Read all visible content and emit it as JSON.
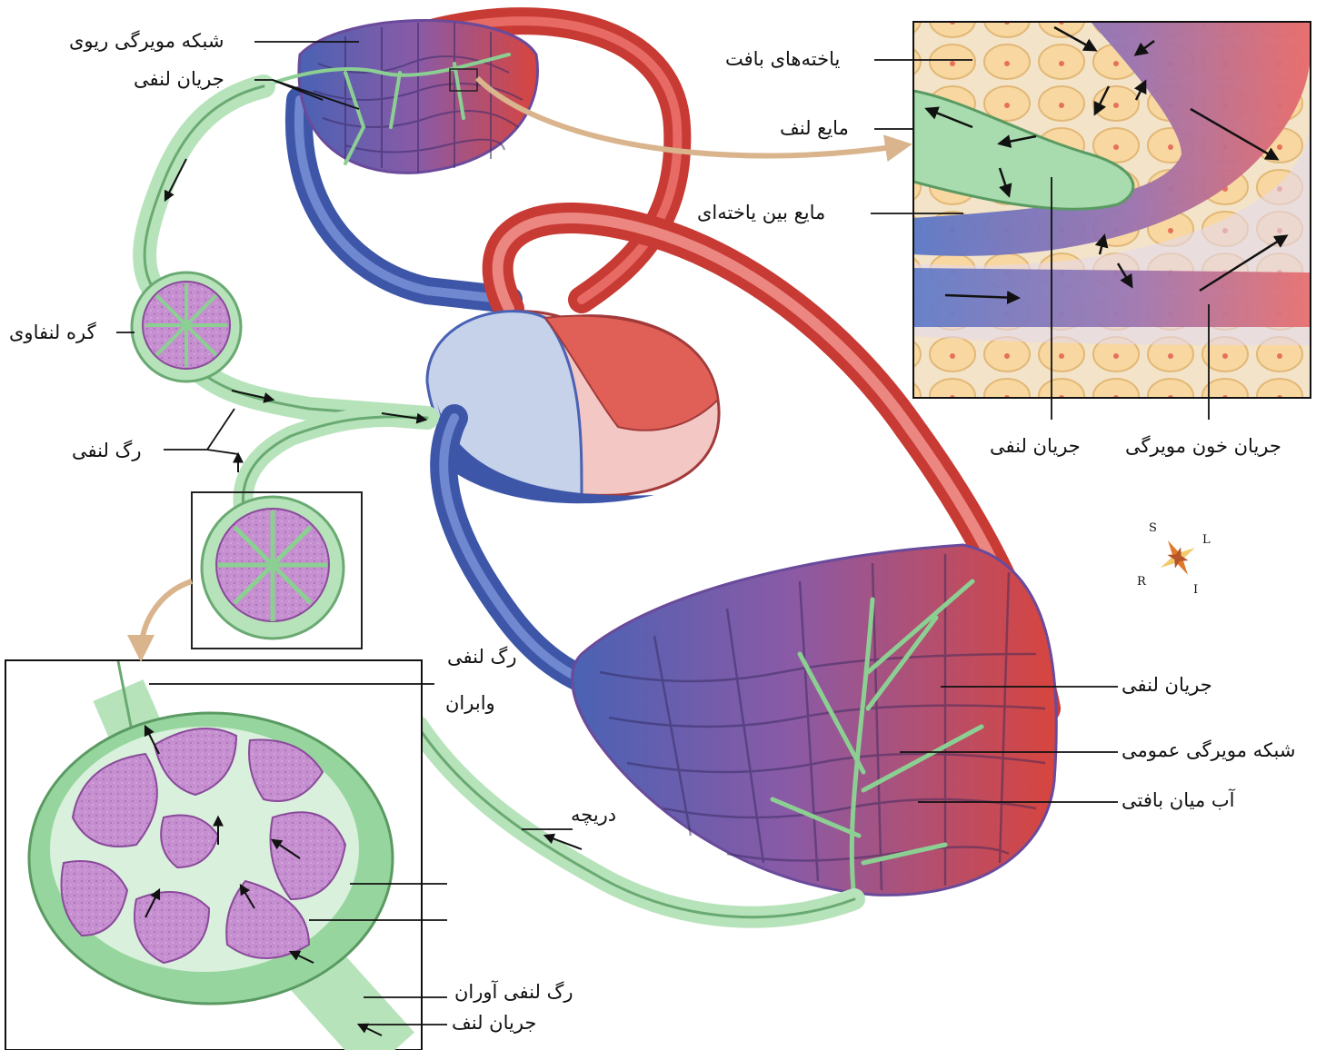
{
  "labels": {
    "pulmonary_capillary_network": "شبکه مویرگی ریوی",
    "lymph_flow_top": "جریان لنفی",
    "lymph_node": "گره لنفاوی",
    "lymph_vessel": "رگ لنفی",
    "tissue_cells": "یاخته‌های بافت",
    "lymph_fluid": "مایع لنف",
    "interstitial_fluid": "مایع بین یاخته‌ای",
    "lymph_flow_inset": "جریان لنفی",
    "capillary_blood_flow": "جریان خون مویرگی",
    "lymph_flow_right": "جریان لنفی",
    "systemic_capillary_network": "شبکه مویرگی عمومی",
    "interstitial_water": "آب میان بافتی",
    "valve": "دریچه",
    "efferent_lymph_vessel_line1": "رگ لنفی",
    "efferent_lymph_vessel_line2": "وابران",
    "afferent_lymph_vessel": "رگ لنفی آوران",
    "lymph_flow_bottom": "جریان لنف"
  },
  "compass": {
    "S": "S",
    "L": "L",
    "R": "R",
    "I": "I"
  },
  "colors": {
    "artery_red": "#d8453e",
    "vein_blue": "#4a62b4",
    "capillary_purple": "#8a5aa6",
    "lymph_green": "#8ccf92",
    "node_purple": "#c58fd0",
    "tissue_cell": "#f8d8a0",
    "leader_line": "#111111",
    "callout_arrow": "#d9b48d"
  }
}
